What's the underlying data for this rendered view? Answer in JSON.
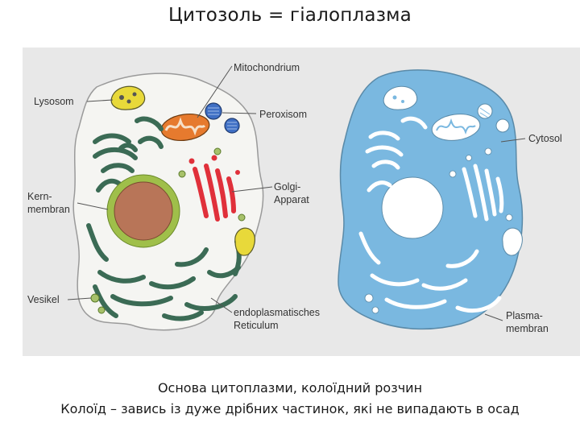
{
  "title": "Цитозоль = гіалоплазма",
  "labels": {
    "lysosom": "Lysosom",
    "mitochondrium": "Mitochondrium",
    "peroxisom": "Peroxisom",
    "kernmembran_1": "Kern-",
    "kernmembran_2": "membran",
    "golgi_1": "Golgi-",
    "golgi_2": "Apparat",
    "vesikel": "Vesikel",
    "er_1": "endoplasmatisches",
    "er_2": "Reticulum",
    "cytosol": "Cytosol",
    "plasma_1": "Plasma-",
    "plasma_2": "membran"
  },
  "caption": {
    "line1": "Основа цитоплазми, колоїдний розчин",
    "line2": "Колоїд – завись із дуже дрібних частинок, які не випадають в осад"
  },
  "colors": {
    "panel": "#e8e8e8",
    "cell_left": "#f5f5f2",
    "cytosol": "#7ab8e0",
    "er": "#3b6b55",
    "nucleus": "#b87558",
    "nuclear_membrane": "#9fbf4a",
    "golgi": "#e0303a",
    "mitochondrion": "#e67a2e",
    "lysosome": "#e8d93a",
    "peroxisome": "#3f6fc4",
    "vesicle": "#a7c16a"
  }
}
